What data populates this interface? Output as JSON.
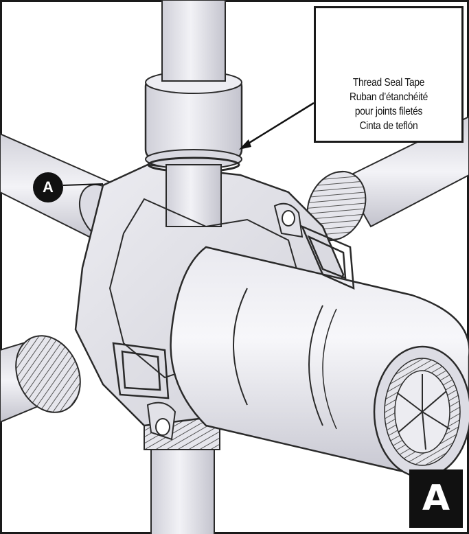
{
  "callout": {
    "line1": "Thread Seal Tape",
    "line2": "Ruban d’étanchéité",
    "line3": "pour joints filetés",
    "line4": "Cinta de teflón"
  },
  "labels": {
    "pointer_a": "A",
    "figure_a": "A"
  },
  "colors": {
    "metal": "#e4e4ea",
    "metal_dark": "#c9c9d2",
    "outline": "#2a2a2a",
    "label_bg": "#111111"
  }
}
